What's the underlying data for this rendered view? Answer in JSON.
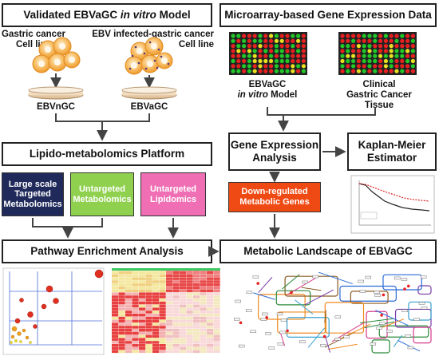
{
  "left": {
    "title_pre": "Validated EBVaGC ",
    "title_italic": "in vitro",
    "title_post": " Model",
    "cell_line_1": "Gastric cancer\nCell line",
    "cell_line_2": "EBV infected-gastric cancer\nCell line",
    "dish_label_1": "EBVnGC",
    "dish_label_2": "EBVaGC",
    "platform_title": "Lipido-metabolomics Platform",
    "methods": [
      {
        "label": "Large scale\nTargeted\nMetabolomics",
        "color": "#1f2a5a",
        "text_color": "#ffffff"
      },
      {
        "label": "Untargeted\nMetabolomics",
        "color": "#8fd14f",
        "text_color": "#ffffff"
      },
      {
        "label": "Untargeted\nLipidomics",
        "color": "#f06fb4",
        "text_color": "#ffffff"
      }
    ],
    "pathway_title": "Pathway Enrichment Analysis"
  },
  "right": {
    "title": "Microarray-based Gene Expression Data",
    "sample_1_line1": "EBVaGC",
    "sample_1_line2": "in vitro",
    "sample_1_line2_post": " Model",
    "sample_2": "Clinical\nGastric Cancer\nTissue",
    "gene_expr_title": "Gene Expression\nAnalysis",
    "km_title": "Kaplan-Meier\nEstimator",
    "downreg": {
      "label": "Down-regulated\nMetabolic Genes",
      "color": "#f04a14",
      "text_color": "#ffffff"
    },
    "landscape_title": "Metabolic Landscape of EBVaGC"
  },
  "colors": {
    "arrow": "#444444",
    "microarray_bg": "#222222",
    "cell_orange": "#f5a53a"
  }
}
